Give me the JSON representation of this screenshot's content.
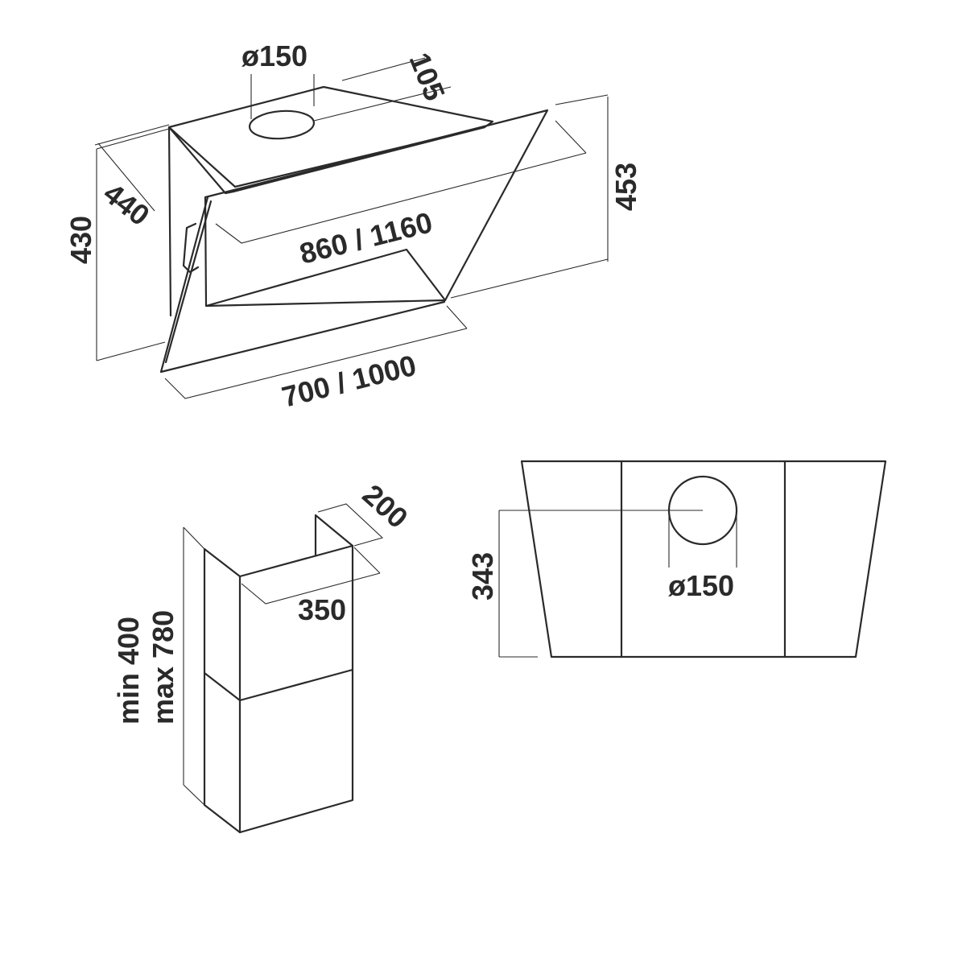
{
  "hood": {
    "duct_diameter": "ø150",
    "depth_top": "105",
    "side_depth": "440",
    "total_height": "430",
    "glass_width": "860 / 1160",
    "unit_height": "453",
    "bottom_width": "700 / 1000"
  },
  "chimney": {
    "depth": "200",
    "width": "350",
    "height_min": "min 400",
    "height_max": "max 780"
  },
  "back_view": {
    "duct_height": "343",
    "duct_diameter": "ø150"
  },
  "colors": {
    "line": "#2a2a2a",
    "background": "#ffffff"
  }
}
